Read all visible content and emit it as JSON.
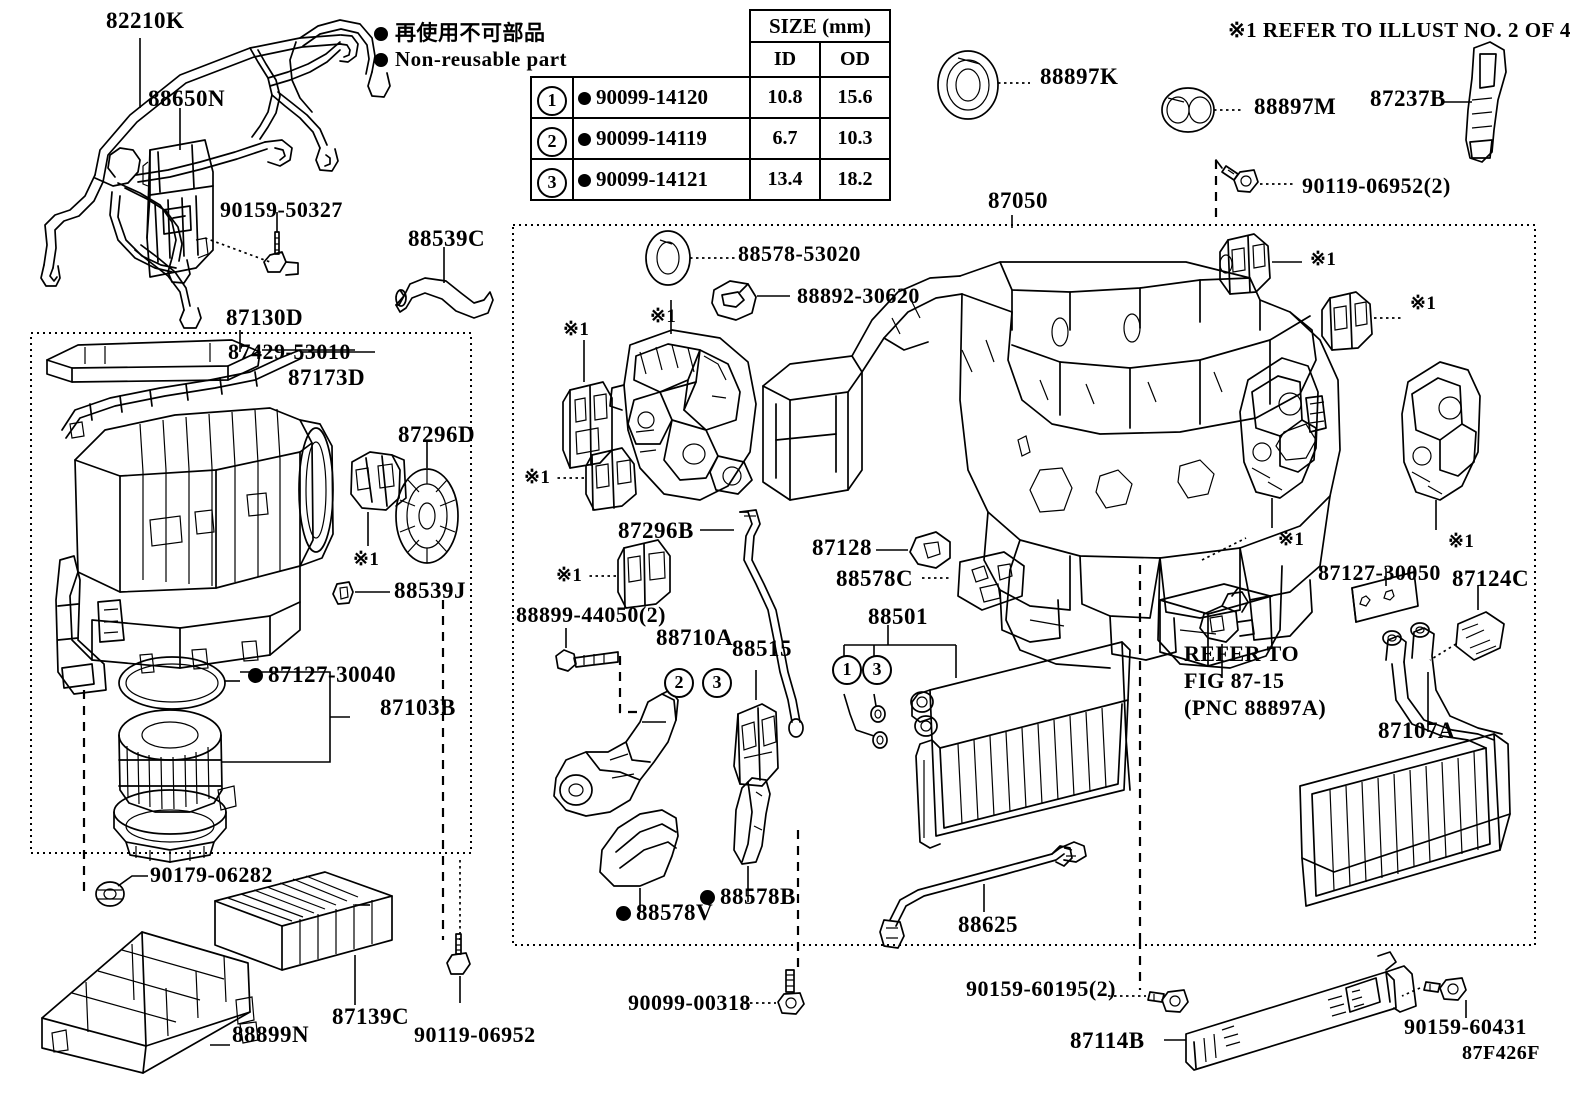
{
  "diagram": {
    "code": "87F426F",
    "note_ref": "※1 REFER TO ILLUST NO. 2 OF 4",
    "refer_fig": [
      "REFER TO",
      "FIG 87-15",
      "(PNC 88897A)"
    ],
    "mark_ref": "※1"
  },
  "legend": {
    "japanese": "再使用不可部品",
    "english": "Non-reusable part"
  },
  "size_table": {
    "title": "SIZE (mm)",
    "columns": [
      "ID",
      "OD"
    ],
    "rows": [
      {
        "no": "1",
        "part": "90099-14120",
        "id": "10.8",
        "od": "15.6"
      },
      {
        "no": "2",
        "part": "90099-14119",
        "id": "6.7",
        "od": "10.3"
      },
      {
        "no": "3",
        "part": "90099-14121",
        "id": "13.4",
        "od": "18.2"
      }
    ]
  },
  "labels": {
    "harness": "82210K",
    "amplifier": "88650N",
    "amp_screw": "90159-50327",
    "blower_group": "87130D",
    "hose": "88539C",
    "damper_lever": "87429-53010",
    "link_rod": "87173D",
    "blower_motor_gear": "87296D",
    "clip_88539j": "88539J",
    "seal_87127_30040": "87127-30040",
    "blower_assy": "87103B",
    "nut_90179": "90179-06282",
    "filter": "87139C",
    "filter_case": "88899N",
    "screw_90119_06952_a": "90119-06952",
    "hvac_case": "87050",
    "seal_88578_53020": "88578-53020",
    "seal_88892_30620": "88892-30620",
    "servo_87296b": "87296B",
    "bolt_88899_44050": "88899-44050(2)",
    "lever_88710a": "88710A",
    "clip_88515": "88515",
    "duct_88578v": "88578V",
    "duct_88578b": "88578B",
    "grommet_87128": "87128",
    "seal_88578c": "88578C",
    "evaporator": "88501",
    "thermistor": "88625",
    "seal_88897k": "88897K",
    "seal_88897m": "88897M",
    "bracket_87237b": "87237B",
    "screw_90119_06952_b": "90119-06952(2)",
    "seal_87127_30050": "87127-30050",
    "clamp_87124c": "87124C",
    "heater_core": "87107A",
    "screw_90099_00318": "90099-00318",
    "screw_90159_60195": "90159-60195(2)",
    "sub_core_87114b": "87114B",
    "screw_90159_60431": "90159-60431"
  },
  "balloons": {
    "blower_group_ref": "※1",
    "servo_refs": [
      "※1",
      "※1",
      "※1",
      "※1",
      "※1",
      "※1",
      "※1",
      "※1"
    ],
    "evap_oring_1": "1",
    "evap_oring_3": "3",
    "lever_oring_2": "2",
    "lever_oring_3": "3"
  }
}
